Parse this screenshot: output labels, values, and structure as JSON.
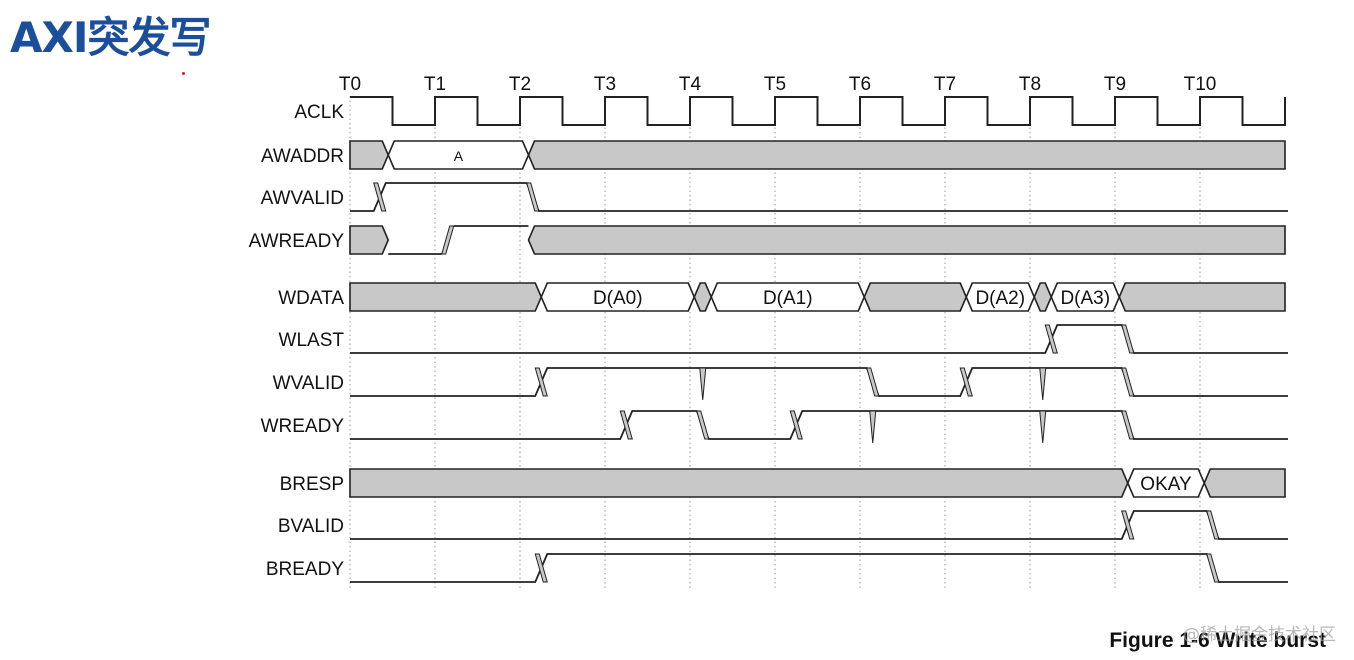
{
  "title": "AXI突发写",
  "caption": "Figure 1-6 Write burst",
  "watermark": "@稀土掘金技术社区",
  "colors": {
    "title": "#1b4f9c",
    "bus_fill": "#c8c8c8",
    "line": "#222222",
    "grid": "#9a9a9a"
  },
  "diagram": {
    "time_labels": [
      "T0",
      "T1",
      "T2",
      "T3",
      "T4",
      "T5",
      "T6",
      "T7",
      "T8",
      "T9",
      "T10"
    ],
    "signals": [
      {
        "name": "ACLK",
        "type": "clock"
      },
      {
        "name": "AWADDR",
        "type": "bus",
        "segments": [
          {
            "from": 0,
            "to": 0.45,
            "kind": "invalid"
          },
          {
            "from": 0.45,
            "to": 2.1,
            "kind": "valid",
            "label": "A"
          },
          {
            "from": 2.1,
            "to": 11,
            "kind": "invalid"
          }
        ]
      },
      {
        "name": "AWVALID",
        "type": "level",
        "points": [
          [
            0,
            0
          ],
          [
            0.35,
            1
          ],
          [
            2.15,
            0
          ]
        ]
      },
      {
        "name": "AWREADY",
        "type": "bus",
        "segments": [
          {
            "from": 0,
            "to": 0.45,
            "kind": "invalid"
          },
          {
            "from": 0.45,
            "to": 1.15,
            "kind": "low"
          },
          {
            "from": 1.15,
            "to": 2.1,
            "kind": "high"
          },
          {
            "from": 2.1,
            "to": 11,
            "kind": "invalid"
          }
        ]
      },
      {
        "name": "WDATA",
        "type": "bus",
        "segments": [
          {
            "from": 0,
            "to": 2.25,
            "kind": "invalid"
          },
          {
            "from": 2.25,
            "to": 4.05,
            "kind": "valid",
            "label": "D(A0)"
          },
          {
            "from": 4.05,
            "to": 4.25,
            "kind": "invalid"
          },
          {
            "from": 4.25,
            "to": 6.05,
            "kind": "valid",
            "label": "D(A1)"
          },
          {
            "from": 6.05,
            "to": 7.25,
            "kind": "invalid"
          },
          {
            "from": 7.25,
            "to": 8.05,
            "kind": "valid",
            "label": "D(A2)"
          },
          {
            "from": 8.05,
            "to": 8.25,
            "kind": "invalid"
          },
          {
            "from": 8.25,
            "to": 9.05,
            "kind": "valid",
            "label": "D(A3)"
          },
          {
            "from": 9.05,
            "to": 11,
            "kind": "invalid"
          }
        ]
      },
      {
        "name": "WLAST",
        "type": "level",
        "points": [
          [
            0,
            0
          ],
          [
            8.25,
            1
          ],
          [
            9.15,
            0
          ]
        ]
      },
      {
        "name": "WVALID",
        "type": "level",
        "points": [
          [
            0,
            0
          ],
          [
            2.25,
            1
          ],
          [
            6.15,
            0
          ],
          [
            7.25,
            1
          ],
          [
            9.15,
            0
          ]
        ],
        "glitches": [
          4.15,
          8.15
        ]
      },
      {
        "name": "WREADY",
        "type": "level",
        "points": [
          [
            0,
            0
          ],
          [
            3.25,
            1
          ],
          [
            4.15,
            0
          ],
          [
            5.25,
            1
          ],
          [
            9.15,
            0
          ]
        ],
        "glitches": [
          6.15,
          8.15
        ]
      },
      {
        "name": "BRESP",
        "type": "bus",
        "segments": [
          {
            "from": 0,
            "to": 9.15,
            "kind": "invalid"
          },
          {
            "from": 9.15,
            "to": 10.05,
            "kind": "valid",
            "label": "OKAY"
          },
          {
            "from": 10.05,
            "to": 11,
            "kind": "invalid"
          }
        ]
      },
      {
        "name": "BVALID",
        "type": "level",
        "points": [
          [
            0,
            0
          ],
          [
            9.15,
            1
          ],
          [
            10.15,
            0
          ]
        ]
      },
      {
        "name": "BREADY",
        "type": "level",
        "points": [
          [
            0,
            0
          ],
          [
            2.25,
            1
          ],
          [
            10.15,
            0
          ]
        ]
      }
    ]
  }
}
